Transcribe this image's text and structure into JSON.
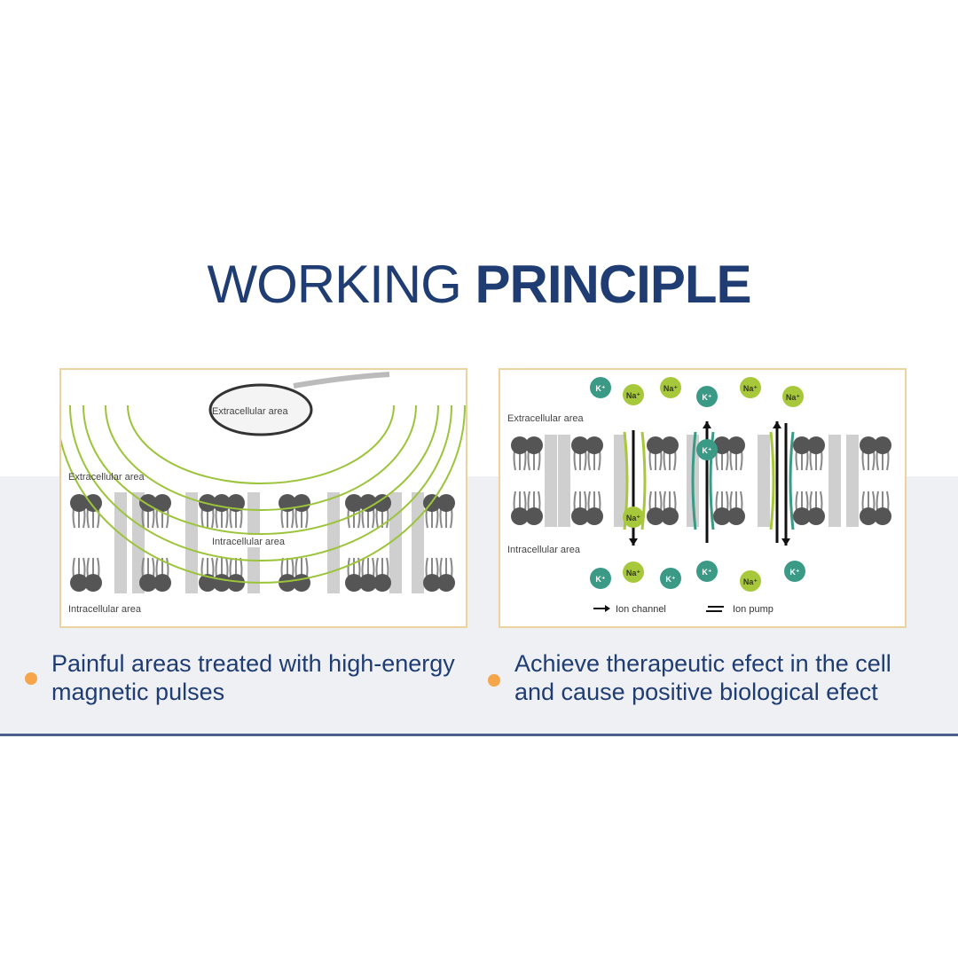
{
  "title": {
    "light": "WORKING",
    "bold": "PRINCIPLE"
  },
  "left_panel": {
    "device_label": "Extracellular area",
    "extracellular_label": "Extracellular area",
    "middle_label": "Intracellular area",
    "intracellular_label": "Intracellular area"
  },
  "right_panel": {
    "extracellular_label": "Extracellular area",
    "intracellular_label": "Intracellular area",
    "top_ions": [
      "K⁺",
      "Na⁺",
      "Na⁺",
      "K⁺",
      "Na⁺",
      "Na⁺"
    ],
    "channel_ions": [
      "Na⁺",
      "K⁺"
    ],
    "bottom_ions": [
      "K⁺",
      "Na⁺",
      "K⁺",
      "K⁺",
      "Na⁺",
      "K⁺"
    ],
    "legend": {
      "channel": "Ion channel",
      "pump": "Ion pump"
    }
  },
  "captions": [
    {
      "line1": "Painful areas treated with high-energy",
      "line2": "magnetic pulses"
    },
    {
      "line1": "Achieve therapeutic efect in the cell",
      "line2": "and cause positive biological efect"
    }
  ],
  "colors": {
    "title": "#1f3d73",
    "accent": "#f5a54a",
    "k_ion": "#3a9a86",
    "na_ion": "#a8c83c",
    "field": "#9cc43a"
  }
}
